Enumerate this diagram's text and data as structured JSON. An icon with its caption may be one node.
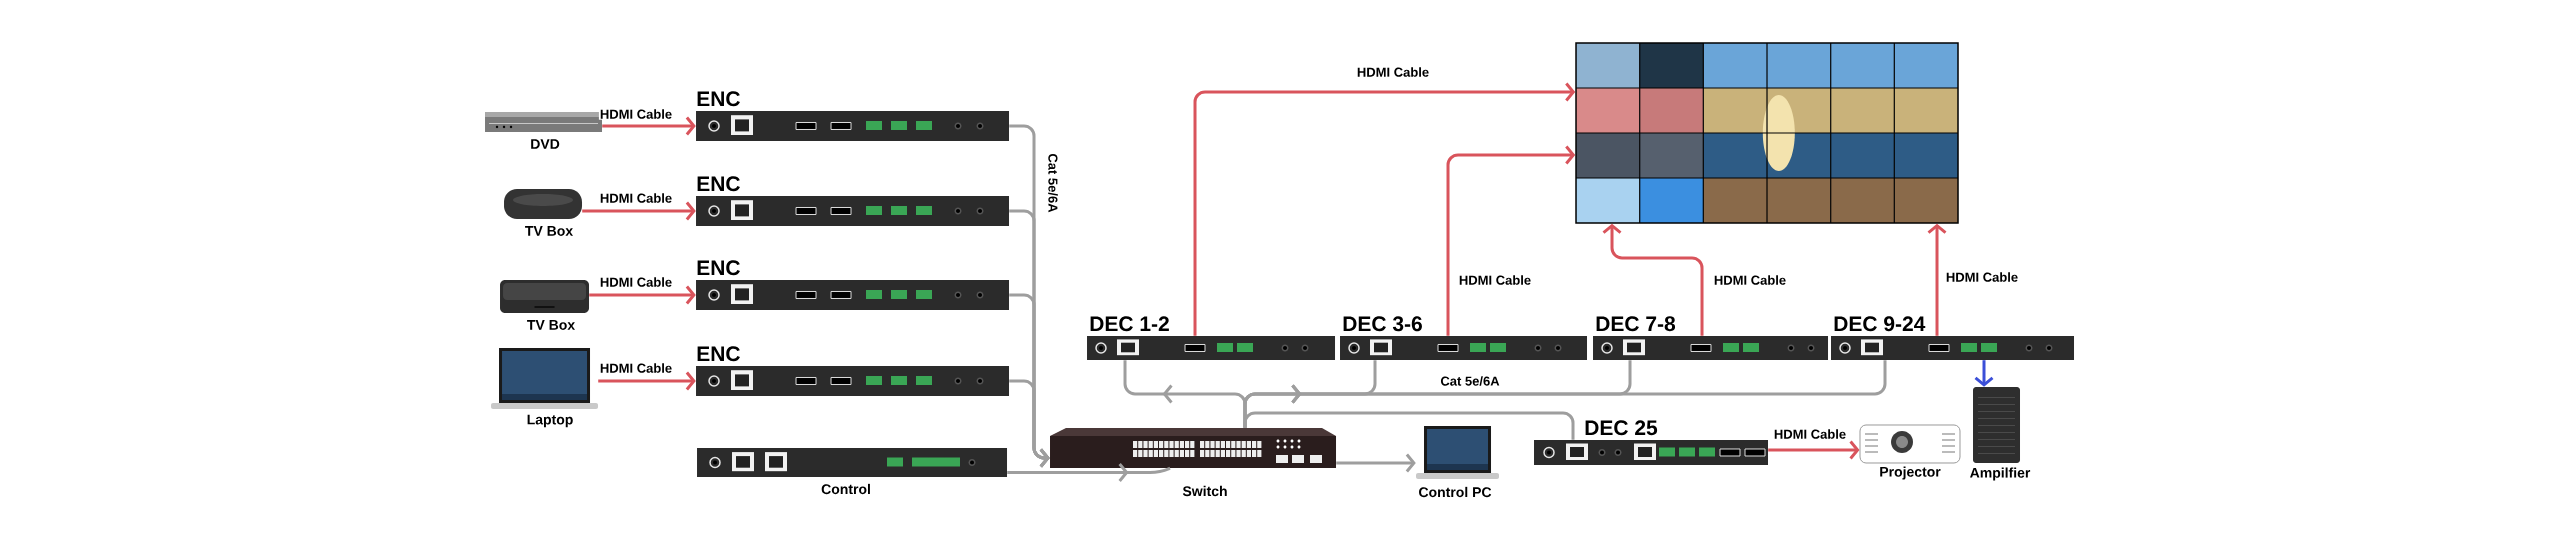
{
  "diagram": {
    "nodes": [
      {
        "text": [
          "DVD"
        ]
      },
      {
        "text": [
          "TV Box"
        ]
      },
      {
        "text": [
          "TV Box"
        ]
      },
      {
        "text": [
          "Laptop"
        ]
      },
      {
        "text": [
          "ENC"
        ]
      },
      {
        "text": [
          "ENC"
        ]
      },
      {
        "text": [
          "ENC"
        ]
      },
      {
        "text": [
          "ENC"
        ]
      },
      {
        "text": [
          "Control"
        ]
      },
      {
        "text": [
          "Switch"
        ]
      },
      {
        "text": [
          "Control PC"
        ]
      },
      {
        "text": [],
        "shape": "picture"
      },
      {
        "text": [
          "DEC 1-2"
        ]
      },
      {
        "text": [
          "DEC 3-6"
        ]
      },
      {
        "text": [
          "DEC 7-8"
        ]
      },
      {
        "text": [
          "DEC 9-24"
        ]
      },
      {
        "text": [
          "DEC 25"
        ]
      },
      {
        "text": [
          "Projector"
        ]
      },
      {
        "text": [
          "Ampilfier"
        ]
      }
    ],
    "edges": [
      {
        "from": 0,
        "to": 4,
        "arrow": "to",
        "label": "HDMI Cable",
        "color": "#d9545c"
      },
      {
        "from": 1,
        "to": 5,
        "arrow": "to",
        "label": "HDMI Cable",
        "color": "#d9545c"
      },
      {
        "from": 2,
        "to": 6,
        "arrow": "to",
        "label": "HDMI Cable",
        "color": "#d9545c"
      },
      {
        "from": 3,
        "to": 7,
        "arrow": "to",
        "label": "HDMI Cable",
        "color": "#d9545c"
      },
      {
        "from": 4,
        "to": 9,
        "arrow": "to",
        "label": "Cat  5e/6A"
      },
      {
        "from": 5,
        "to": 9,
        "arrow": "to"
      },
      {
        "from": 6,
        "to": 9,
        "arrow": "to"
      },
      {
        "from": 7,
        "to": 9,
        "arrow": "to"
      },
      {
        "from": 8,
        "to": 9,
        "arrow": "to"
      },
      {
        "from": 9,
        "to": 10,
        "arrow": "to"
      },
      {
        "from": 9,
        "to": 12,
        "arrow": "to"
      },
      {
        "from": 9,
        "to": 13,
        "arrow": "to"
      },
      {
        "from": 9,
        "to": 14,
        "arrow": "to",
        "label": "Cat  5e/6A"
      },
      {
        "from": 9,
        "to": 15,
        "arrow": "to"
      },
      {
        "from": 9,
        "to": 16,
        "arrow": "none"
      },
      {
        "from": 12,
        "to": 11,
        "arrow": "to",
        "label": "HDMI Cable",
        "color": "#d9545c"
      },
      {
        "from": 13,
        "to": 11,
        "arrow": "to",
        "label": "HDMI Cable",
        "color": "#d9545c"
      },
      {
        "from": 14,
        "to": 11,
        "arrow": "to",
        "label": "HDMI Cable",
        "color": "#d9545c"
      },
      {
        "from": 15,
        "to": 11,
        "arrow": "to",
        "label": "HDMI Cable",
        "color": "#d9545c"
      },
      {
        "from": 16,
        "to": 17,
        "arrow": "to",
        "label": "HDMI Cable",
        "color": "#d9545c"
      },
      {
        "from": 15,
        "to": 18,
        "arrow": "to",
        "color": "#3b4fd8"
      }
    ]
  }
}
